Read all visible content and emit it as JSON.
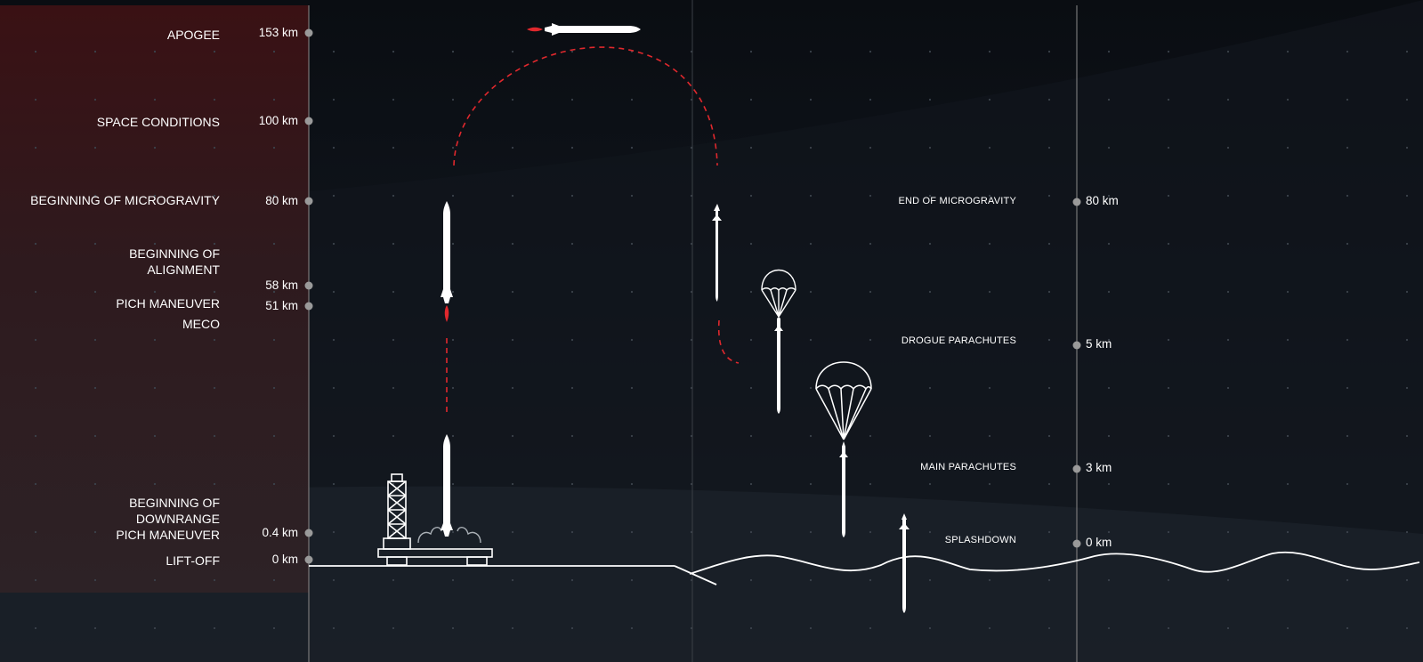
{
  "colors": {
    "background": "#0c1016",
    "panel": "#5a1a1c",
    "trajectory": "#e0282d",
    "line": "#ffffff",
    "marker": "#9a9a9a"
  },
  "left_scale": {
    "events": [
      {
        "label_lines": [
          "APOGEE"
        ],
        "altitude": "153 km"
      },
      {
        "label_lines": [
          "SPACE CONDITIONS"
        ],
        "altitude": "100 km"
      },
      {
        "label_lines": [
          "BEGINNING OF MICROGRAVITY"
        ],
        "altitude": "80 km"
      },
      {
        "label_lines": [
          "BEGINNING OF",
          "ALIGNMENT"
        ],
        "altitude": "58 km"
      },
      {
        "label_lines": [
          "PICH MANEUVER"
        ],
        "altitude": "51 km"
      },
      {
        "label_lines": [
          "MECO"
        ],
        "altitude": ""
      },
      {
        "label_lines": [
          "BEGINNING OF",
          "DOWNRANGE",
          "PICH MANEUVER"
        ],
        "altitude": "0.4 km"
      },
      {
        "label_lines": [
          "LIFT-OFF"
        ],
        "altitude": "0 km"
      }
    ]
  },
  "right_scale": {
    "events": [
      {
        "label": "END OF MICROGRAVITY",
        "altitude": "80 km"
      },
      {
        "label": "DROGUE PARACHUTES",
        "altitude": "5 km"
      },
      {
        "label": "MAIN PARACHUTES",
        "altitude": "3 km"
      },
      {
        "label": "SPLASHDOWN",
        "altitude": "0 km"
      }
    ]
  }
}
